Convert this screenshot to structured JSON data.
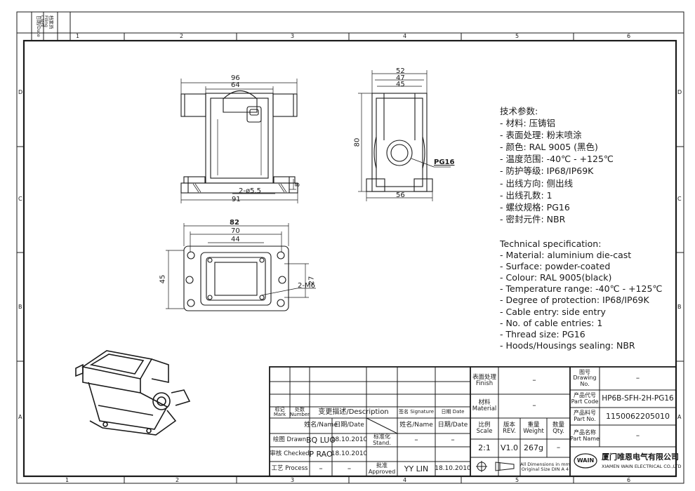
{
  "side_strip": {
    "date_label": "日期/Date",
    "filing_label": "档案员 Filing Clerk"
  },
  "grid": {
    "columns": [
      "1",
      "2",
      "3",
      "4",
      "5",
      "6"
    ],
    "rows": [
      "D",
      "C",
      "B",
      "A"
    ]
  },
  "front_view": {
    "dims": [
      "96",
      "64",
      "91",
      "2-ø5.5",
      "8"
    ]
  },
  "side_view": {
    "dims": [
      "52",
      "47",
      "45",
      "80",
      "56"
    ],
    "callout": "PG16"
  },
  "top_view": {
    "dims": [
      "82",
      "70",
      "44",
      "45",
      "27",
      "2-M6"
    ]
  },
  "tech_cn": {
    "title": "技术参数:",
    "items": [
      "- 材料: 压铸铝",
      "- 表面处理: 粉末喷涂",
      "- 颜色: RAL 9005 (黑色)",
      "- 温度范围: -40℃ - +125℃",
      "- 防护等级: IP68/IP69K",
      "- 出线方向: 侧出线",
      "- 出线孔数: 1",
      "- 螺纹规格: PG16",
      "- 密封元件: NBR"
    ]
  },
  "tech_en": {
    "title": "Technical specification:",
    "items": [
      "- Material: aluminium die-cast",
      "- Surface: powder-coated",
      "- Colour: RAL 9005(black)",
      "- Temperature range: -40℃ - +125℃",
      "- Degree of protection: IP68/IP69K",
      "- Cable entry: side entry",
      "- No. of cable entries: 1",
      "- Thread size: PG16",
      "- Hoods/Housings sealing: NBR"
    ]
  },
  "title_block": {
    "mark": "标记 Mark",
    "number": "处数 Number",
    "description": "变更描述/Description",
    "signature": "签名 Signature",
    "date_h": "日期 Date",
    "name_h": "姓名/Name",
    "date_h2": "日期/Date",
    "name_h3": "姓名/Name",
    "date_h3": "日期/Date",
    "drawn": "绘图 Drawn",
    "drawn_name": "BQ LUO",
    "drawn_date": "18.10.2010",
    "stand": "标准化 Stand.",
    "stand_name": "–",
    "stand_date": "–",
    "checked": "审核 Checked",
    "checked_name": "P RAO",
    "checked_date": "18.10.2010",
    "process": "工艺 Process",
    "process_name": "–",
    "process_date": "–",
    "approved": "批准 Approved",
    "approved_name": "YY LIN",
    "approved_date": "18.10.2010",
    "finish_label": "表面处理 Finish",
    "finish_value": "–",
    "material_label": "材料 Material",
    "material_value": "–",
    "scale_label": "比例 Scale",
    "scale_value": "2:1",
    "rev_label": "版本 REV.",
    "rev_value": "V1.0",
    "weight_label": "重量 Weight",
    "weight_value": "267g",
    "qty_label": "数量 Qty.",
    "qty_value": "–",
    "dims_note": "All Dimensions in mm Original Size DIN A 4",
    "drawing_no_label": "图号 Drawing No.",
    "drawing_no": "–",
    "part_code_label": "产品代号 Part Code",
    "part_code": "HP6B-SFH-2H-PG16",
    "part_no_label": "产品料号 Part No.",
    "part_no": "1150062205010",
    "part_name_label": "产品名称 Part Name",
    "part_name": "–",
    "logo_text": "WAIN",
    "company_cn": "厦门唯恩电气有限公司",
    "company_en": "XIAMEN WAIN ELECTRICAL CO.,LTD"
  }
}
